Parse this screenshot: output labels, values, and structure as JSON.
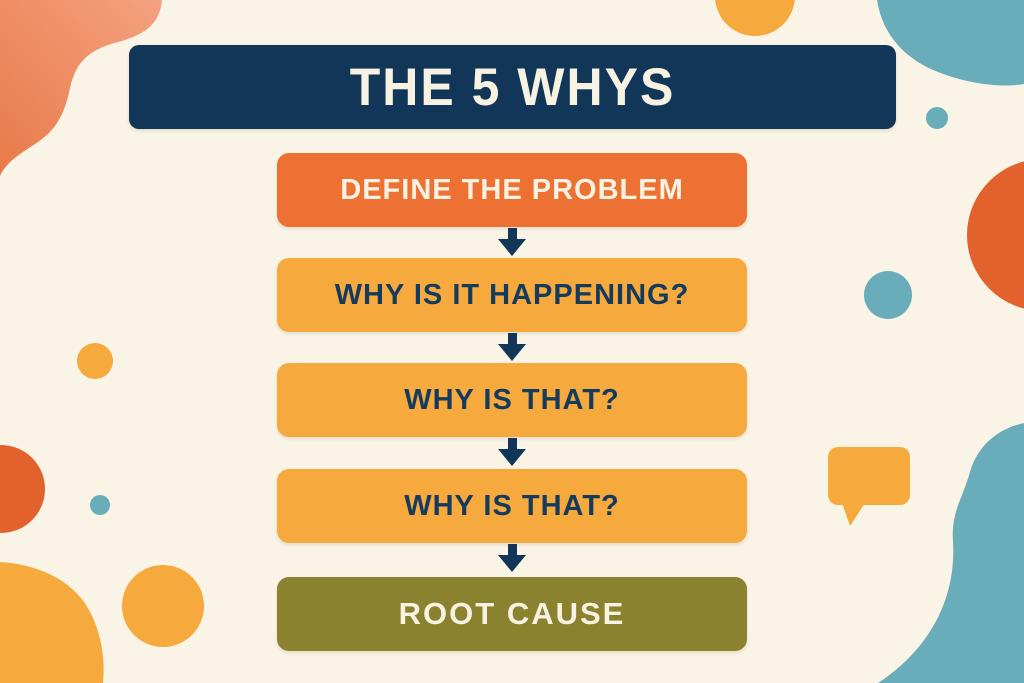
{
  "title": "THE 5 WHYS",
  "steps": [
    {
      "label": "DEFINE THE PROBLEM",
      "color": "#EC7133",
      "text_color": "#F8F2E3"
    },
    {
      "label": "WHY IS IT HAPPENING?",
      "color": "#F6A93D",
      "text_color": "#143A5E"
    },
    {
      "label": "WHY IS THAT?",
      "color": "#F6A93D",
      "text_color": "#143A5E"
    },
    {
      "label": "WHY IS THAT?",
      "color": "#F6A93D",
      "text_color": "#143A5E"
    },
    {
      "label": "ROOT CAUSE",
      "color": "#8B822F",
      "text_color": "#F8F2E3"
    }
  ],
  "colors": {
    "background": "#FAF4E6",
    "navy": "#113658",
    "orange": "#EC7133",
    "amber": "#F6A93D",
    "olive": "#8B822F",
    "teal": "#6AADBA",
    "cream_text": "#F8F2E3",
    "deep_orange": "#E2612D",
    "salmon_light": "#F4A281",
    "salmon_dark": "#E87A49"
  },
  "decorations": [
    "corner-blob-top-left",
    "circle-top-yellow",
    "blob-top-right-teal",
    "dot-teal-upper-right",
    "half-circle-right-orange",
    "circle-right-teal",
    "speech-bubble-icon",
    "blob-bottom-right-teal",
    "half-circle-left-orange",
    "dot-teal-left",
    "dot-amber-left",
    "circle-bottom-amber",
    "corner-blob-bottom-left-amber"
  ]
}
